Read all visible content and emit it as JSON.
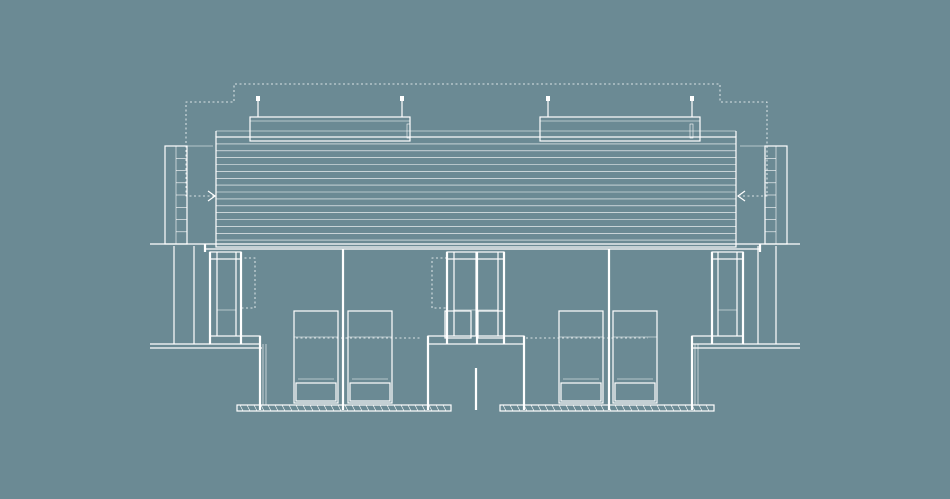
{
  "drawing": {
    "type": "architectural-section",
    "background_color": "#6b8a94",
    "line_color": "#ffffff",
    "roof_slat_count": 16,
    "stage_slat_count": 4,
    "side_louver_count": 8,
    "seat_count": 6,
    "rooftop_units": 2,
    "air_flow_arrows": 2
  }
}
